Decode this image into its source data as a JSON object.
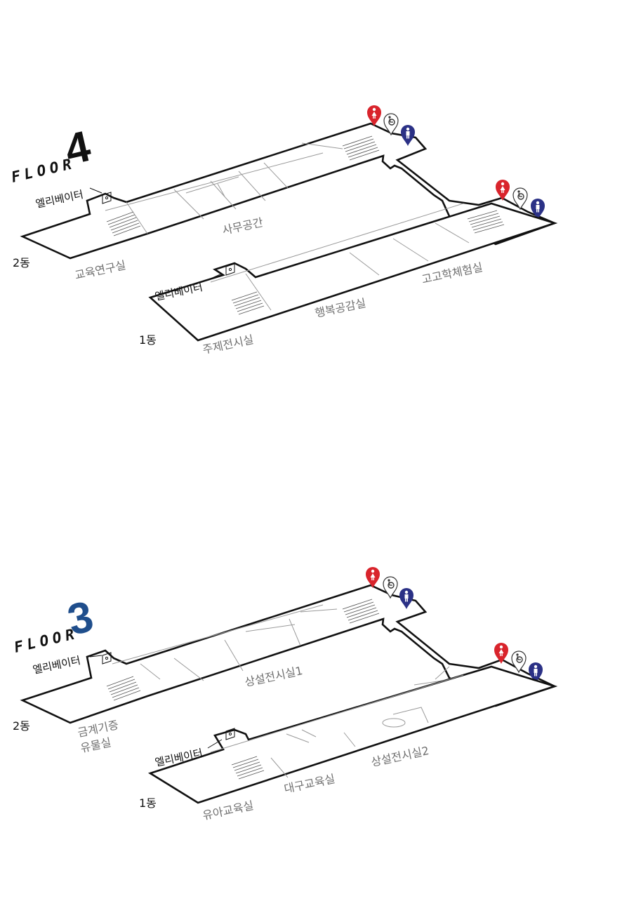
{
  "colors": {
    "wall": "#111111",
    "room_label": "#707070",
    "floor4_number": "#111111",
    "floor3_number": "#1f4e8c",
    "women_pin": "#d9242c",
    "men_pin": "#2b3186",
    "accessible_pin": "#ffffff"
  },
  "icons": [
    "women-restroom-icon",
    "accessible-restroom-icon",
    "men-restroom-icon",
    "elevator-icon",
    "staircase"
  ],
  "floor4": {
    "floor_word": "FLOOR",
    "floor_number": "4",
    "building2": {
      "label": "2동",
      "elevator_label": "엘리베이터",
      "rooms": {
        "office": "사무공간",
        "education_lab": "교육연구실"
      }
    },
    "building1": {
      "label": "1동",
      "elevator_label": "엘리베이터",
      "rooms": {
        "happiness_space": "행복공감실",
        "archaeology_lab": "고고학체험실",
        "theme_gallery": "주제전시실"
      }
    }
  },
  "floor3": {
    "floor_word": "FLOOR",
    "floor_number": "3",
    "building2": {
      "label": "2동",
      "elevator_label": "엘리베이터",
      "rooms": {
        "permanent_gallery_1": "상설전시실1",
        "donation_gallery_line1": "금계기증",
        "donation_gallery_line2": "유물실"
      }
    },
    "building1": {
      "label": "1동",
      "elevator_label": "엘리베이터",
      "rooms": {
        "permanent_gallery_2": "상설전시실2",
        "lecture_room": "대구교육실",
        "kids_education": "유아교육실"
      }
    }
  }
}
